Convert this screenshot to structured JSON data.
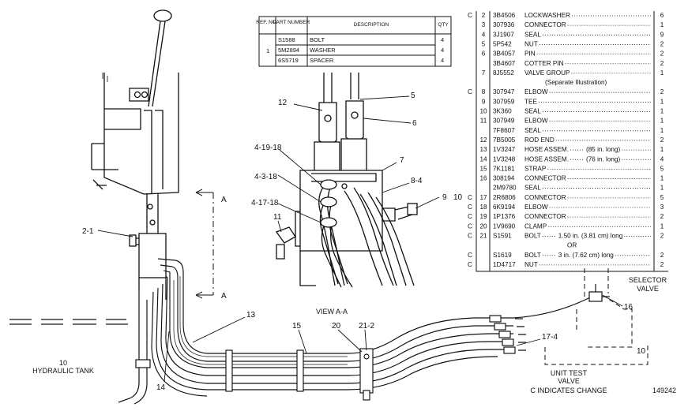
{
  "top_table": {
    "headers": {
      "ref": "REF. NO.",
      "part": "PART NUMBER",
      "desc": "DESCRIPTION",
      "qty": "QTY"
    },
    "ref_no": "1",
    "rows": [
      {
        "part": "S1588",
        "desc": "BOLT",
        "qty": "4"
      },
      {
        "part": "5M2894",
        "desc": "WASHER",
        "qty": "4"
      },
      {
        "part": "6S5719",
        "desc": "SPACER",
        "qty": "4"
      }
    ]
  },
  "parts_list": [
    {
      "c": "C",
      "ref": "2",
      "part": "3B4506",
      "desc": "LOCKWASHER",
      "qty": "6"
    },
    {
      "c": "",
      "ref": "3",
      "part": "307936",
      "desc": "CONNECTOR",
      "qty": "1"
    },
    {
      "c": "",
      "ref": "4",
      "part": "3J1907",
      "desc": "SEAL",
      "qty": "9"
    },
    {
      "c": "",
      "ref": "5",
      "part": "5P542",
      "desc": "NUT",
      "qty": "2"
    },
    {
      "c": "",
      "ref": "6",
      "part": "3B4057",
      "desc": "PIN",
      "qty": "2"
    },
    {
      "c": "",
      "ref": "",
      "part": "3B4607",
      "desc": "COTTER PIN",
      "qty": "2"
    },
    {
      "c": "",
      "ref": "7",
      "part": "8J5552",
      "desc": "VALVE GROUP",
      "qty": "1"
    },
    {
      "c": "",
      "ref": "",
      "part": "",
      "desc": "(Separate Illustration)",
      "qty": ""
    },
    {
      "c": "C",
      "ref": "8",
      "part": "307947",
      "desc": "ELBOW",
      "qty": "2"
    },
    {
      "c": "",
      "ref": "9",
      "part": "307959",
      "desc": "TEE",
      "qty": "1"
    },
    {
      "c": "",
      "ref": "10",
      "part": "3K360",
      "desc": "SEAL",
      "qty": "1"
    },
    {
      "c": "",
      "ref": "11",
      "part": "307949",
      "desc": "ELBOW",
      "qty": "1"
    },
    {
      "c": "",
      "ref": "",
      "part": "7F8607",
      "desc": "SEAL",
      "qty": "1"
    },
    {
      "c": "",
      "ref": "12",
      "part": "7B5005",
      "desc": "ROD END",
      "qty": "2"
    },
    {
      "c": "",
      "ref": "13",
      "part": "1V3247",
      "desc": "HOSE ASSEM.",
      "desc2": "(85 in. long)",
      "qty": "1"
    },
    {
      "c": "",
      "ref": "14",
      "part": "1V3248",
      "desc": "HOSE ASSEM.",
      "desc2": "(76 in. long)",
      "qty": "4"
    },
    {
      "c": "",
      "ref": "15",
      "part": "7K1181",
      "desc": "STRAP",
      "qty": "5"
    },
    {
      "c": "",
      "ref": "16",
      "part": "308194",
      "desc": "CONNECTOR",
      "qty": "1"
    },
    {
      "c": "",
      "ref": "",
      "part": "2M9780",
      "desc": "SEAL",
      "qty": "1"
    },
    {
      "c": "C",
      "ref": "17",
      "part": "2R6806",
      "desc": "CONNECTOR",
      "qty": "5"
    },
    {
      "c": "C",
      "ref": "18",
      "part": "6K9194",
      "desc": "ELBOW",
      "qty": "3"
    },
    {
      "c": "C",
      "ref": "19",
      "part": "1P1376",
      "desc": "CONNECTOR",
      "qty": "2"
    },
    {
      "c": "C",
      "ref": "20",
      "part": "1V9690",
      "desc": "CLAMP",
      "qty": "1"
    },
    {
      "c": "C",
      "ref": "21",
      "part": "S1591",
      "desc": "BOLT",
      "desc2": "1.50 in. (3.81 cm) long",
      "qty": "2"
    },
    {
      "c": "",
      "ref": "",
      "part": "",
      "desc": "OR",
      "qty": ""
    },
    {
      "c": "C",
      "ref": "",
      "part": "S1619",
      "desc": "BOLT",
      "desc2": "3 in. (7.62 cm) long",
      "qty": "2"
    },
    {
      "c": "C",
      "ref": "",
      "part": "1D4717",
      "desc": "NUT",
      "qty": "2"
    }
  ],
  "callouts": {
    "c2_1": "2-1",
    "c12": "12",
    "c5": "5",
    "c6": "6",
    "c4_19_18": "4-19-18",
    "c7": "7",
    "c4_3_18": "4-3-18",
    "c8_4": "8-4",
    "c4_17_18": "4-17-18",
    "c9": "9",
    "c10": "10",
    "c11": "11",
    "c13": "13",
    "c15": "15",
    "c20": "20",
    "c21_2": "21-2",
    "c16": "16",
    "c17_4": "17-4",
    "c14": "14",
    "c10_bottom": "10",
    "arrow_a_top": "A",
    "arrow_a_bottom": "A"
  },
  "captions": {
    "view": "VIEW A-A",
    "tank_ref": "10",
    "tank": "HYDRAULIC TANK",
    "selector_1": "SELECTOR",
    "selector_2": "VALVE",
    "unit_test_1": "UNIT TEST",
    "unit_test_2": "VALVE",
    "change_note": "C INDICATES CHANGE",
    "figure_no": "149242"
  }
}
